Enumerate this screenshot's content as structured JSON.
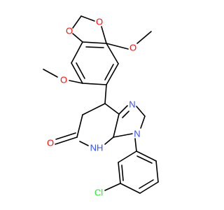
{
  "molecule": {
    "atoms": {
      "o_ring1": "O",
      "o_ring2": "O",
      "o_methoxy_top": "O",
      "o_methoxy_left": "O",
      "o_carbonyl": "O",
      "n_imidazole": "N",
      "n_aryl": "N",
      "nh_amide": "NH",
      "cl": "Cl"
    },
    "colors": {
      "bond": "#000000",
      "oxygen": "#ff0d0d",
      "nitrogen": "#3050f8",
      "chlorine": "#1ff01f"
    }
  }
}
